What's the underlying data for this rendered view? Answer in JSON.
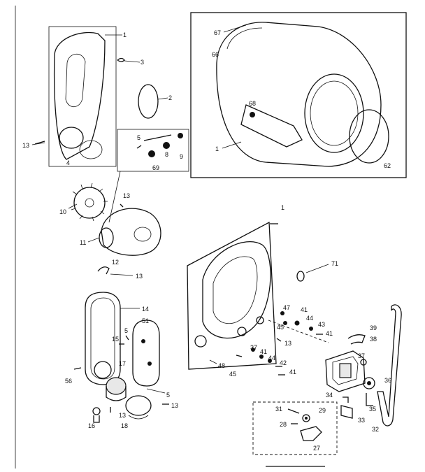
{
  "diagram": {
    "callouts": [
      {
        "id": "c-1a",
        "text": "1"
      },
      {
        "id": "c-3",
        "text": "3"
      },
      {
        "id": "c-2",
        "text": "2"
      },
      {
        "id": "c-13a",
        "text": "13"
      },
      {
        "id": "c-4",
        "text": "4"
      },
      {
        "id": "c-5a",
        "text": "5"
      },
      {
        "id": "c-9",
        "text": "9"
      },
      {
        "id": "c-8",
        "text": "8"
      },
      {
        "id": "c-69",
        "text": "69"
      },
      {
        "id": "c-67",
        "text": "67"
      },
      {
        "id": "c-66",
        "text": "66"
      },
      {
        "id": "c-68",
        "text": "68"
      },
      {
        "id": "c-1b",
        "text": "1"
      },
      {
        "id": "c-62",
        "text": "62"
      },
      {
        "id": "c-13b",
        "text": "13"
      },
      {
        "id": "c-10",
        "text": "10"
      },
      {
        "id": "c-11",
        "text": "11"
      },
      {
        "id": "c-1c",
        "text": "1"
      },
      {
        "id": "c-71",
        "text": "71"
      },
      {
        "id": "c-12",
        "text": "12"
      },
      {
        "id": "c-13c",
        "text": "13"
      },
      {
        "id": "c-14",
        "text": "14"
      },
      {
        "id": "c-51",
        "text": "51"
      },
      {
        "id": "c-15",
        "text": "15"
      },
      {
        "id": "c-5b",
        "text": "5"
      },
      {
        "id": "c-17",
        "text": "17"
      },
      {
        "id": "c-56",
        "text": "56"
      },
      {
        "id": "c-5c",
        "text": "5"
      },
      {
        "id": "c-13d",
        "text": "13"
      },
      {
        "id": "c-13e",
        "text": "13"
      },
      {
        "id": "c-16",
        "text": "16"
      },
      {
        "id": "c-18",
        "text": "18"
      },
      {
        "id": "c-47",
        "text": "47"
      },
      {
        "id": "c-41a",
        "text": "41"
      },
      {
        "id": "c-45a",
        "text": "45"
      },
      {
        "id": "c-44a",
        "text": "44"
      },
      {
        "id": "c-43",
        "text": "43"
      },
      {
        "id": "c-41b",
        "text": "41"
      },
      {
        "id": "c-13f",
        "text": "13"
      },
      {
        "id": "c-39",
        "text": "39"
      },
      {
        "id": "c-38",
        "text": "38"
      },
      {
        "id": "c-37a",
        "text": "37"
      },
      {
        "id": "c-41c",
        "text": "41"
      },
      {
        "id": "c-44b",
        "text": "44"
      },
      {
        "id": "c-42",
        "text": "42"
      },
      {
        "id": "c-41d",
        "text": "41"
      },
      {
        "id": "c-48",
        "text": "48"
      },
      {
        "id": "c-45b",
        "text": "45"
      },
      {
        "id": "c-37b",
        "text": "37"
      },
      {
        "id": "c-36",
        "text": "36"
      },
      {
        "id": "c-34",
        "text": "34"
      },
      {
        "id": "c-35",
        "text": "35"
      },
      {
        "id": "c-31",
        "text": "31"
      },
      {
        "id": "c-29",
        "text": "29"
      },
      {
        "id": "c-28",
        "text": "28"
      },
      {
        "id": "c-33",
        "text": "33"
      },
      {
        "id": "c-32",
        "text": "32"
      },
      {
        "id": "c-27",
        "text": "27"
      }
    ]
  }
}
